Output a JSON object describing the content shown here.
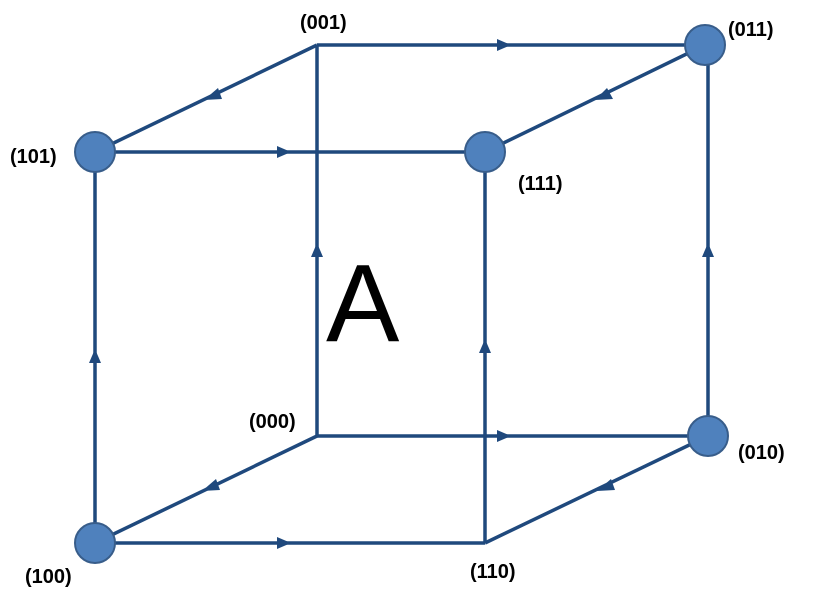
{
  "diagram": {
    "letter": "A",
    "colors": {
      "edge": "#1f497d",
      "node_fill": "#4f81bd",
      "node_stroke": "#385d8a"
    },
    "labels": {
      "v000": "(000)",
      "v001": "(001)",
      "v010": "(010)",
      "v011": "(011)",
      "v100": "(100)",
      "v101": "(101)",
      "v110": "(110)",
      "v111": "(111)"
    },
    "highlighted_vertices": [
      "(011)",
      "(101)",
      "(111)",
      "(010)",
      "(100)"
    ],
    "edges": [
      {
        "from": "(001)",
        "to": "(011)"
      },
      {
        "from": "(011)",
        "to": "(111)"
      },
      {
        "from": "(001)",
        "to": "(101)"
      },
      {
        "from": "(101)",
        "to": "(111)"
      },
      {
        "from": "(000)",
        "to": "(010)"
      },
      {
        "from": "(010)",
        "to": "(110)"
      },
      {
        "from": "(000)",
        "to": "(100)"
      },
      {
        "from": "(100)",
        "to": "(110)"
      },
      {
        "from": "(100)",
        "to": "(101)"
      },
      {
        "from": "(000)",
        "to": "(001)"
      },
      {
        "from": "(110)",
        "to": "(111)"
      },
      {
        "from": "(010)",
        "to": "(011)"
      }
    ]
  }
}
